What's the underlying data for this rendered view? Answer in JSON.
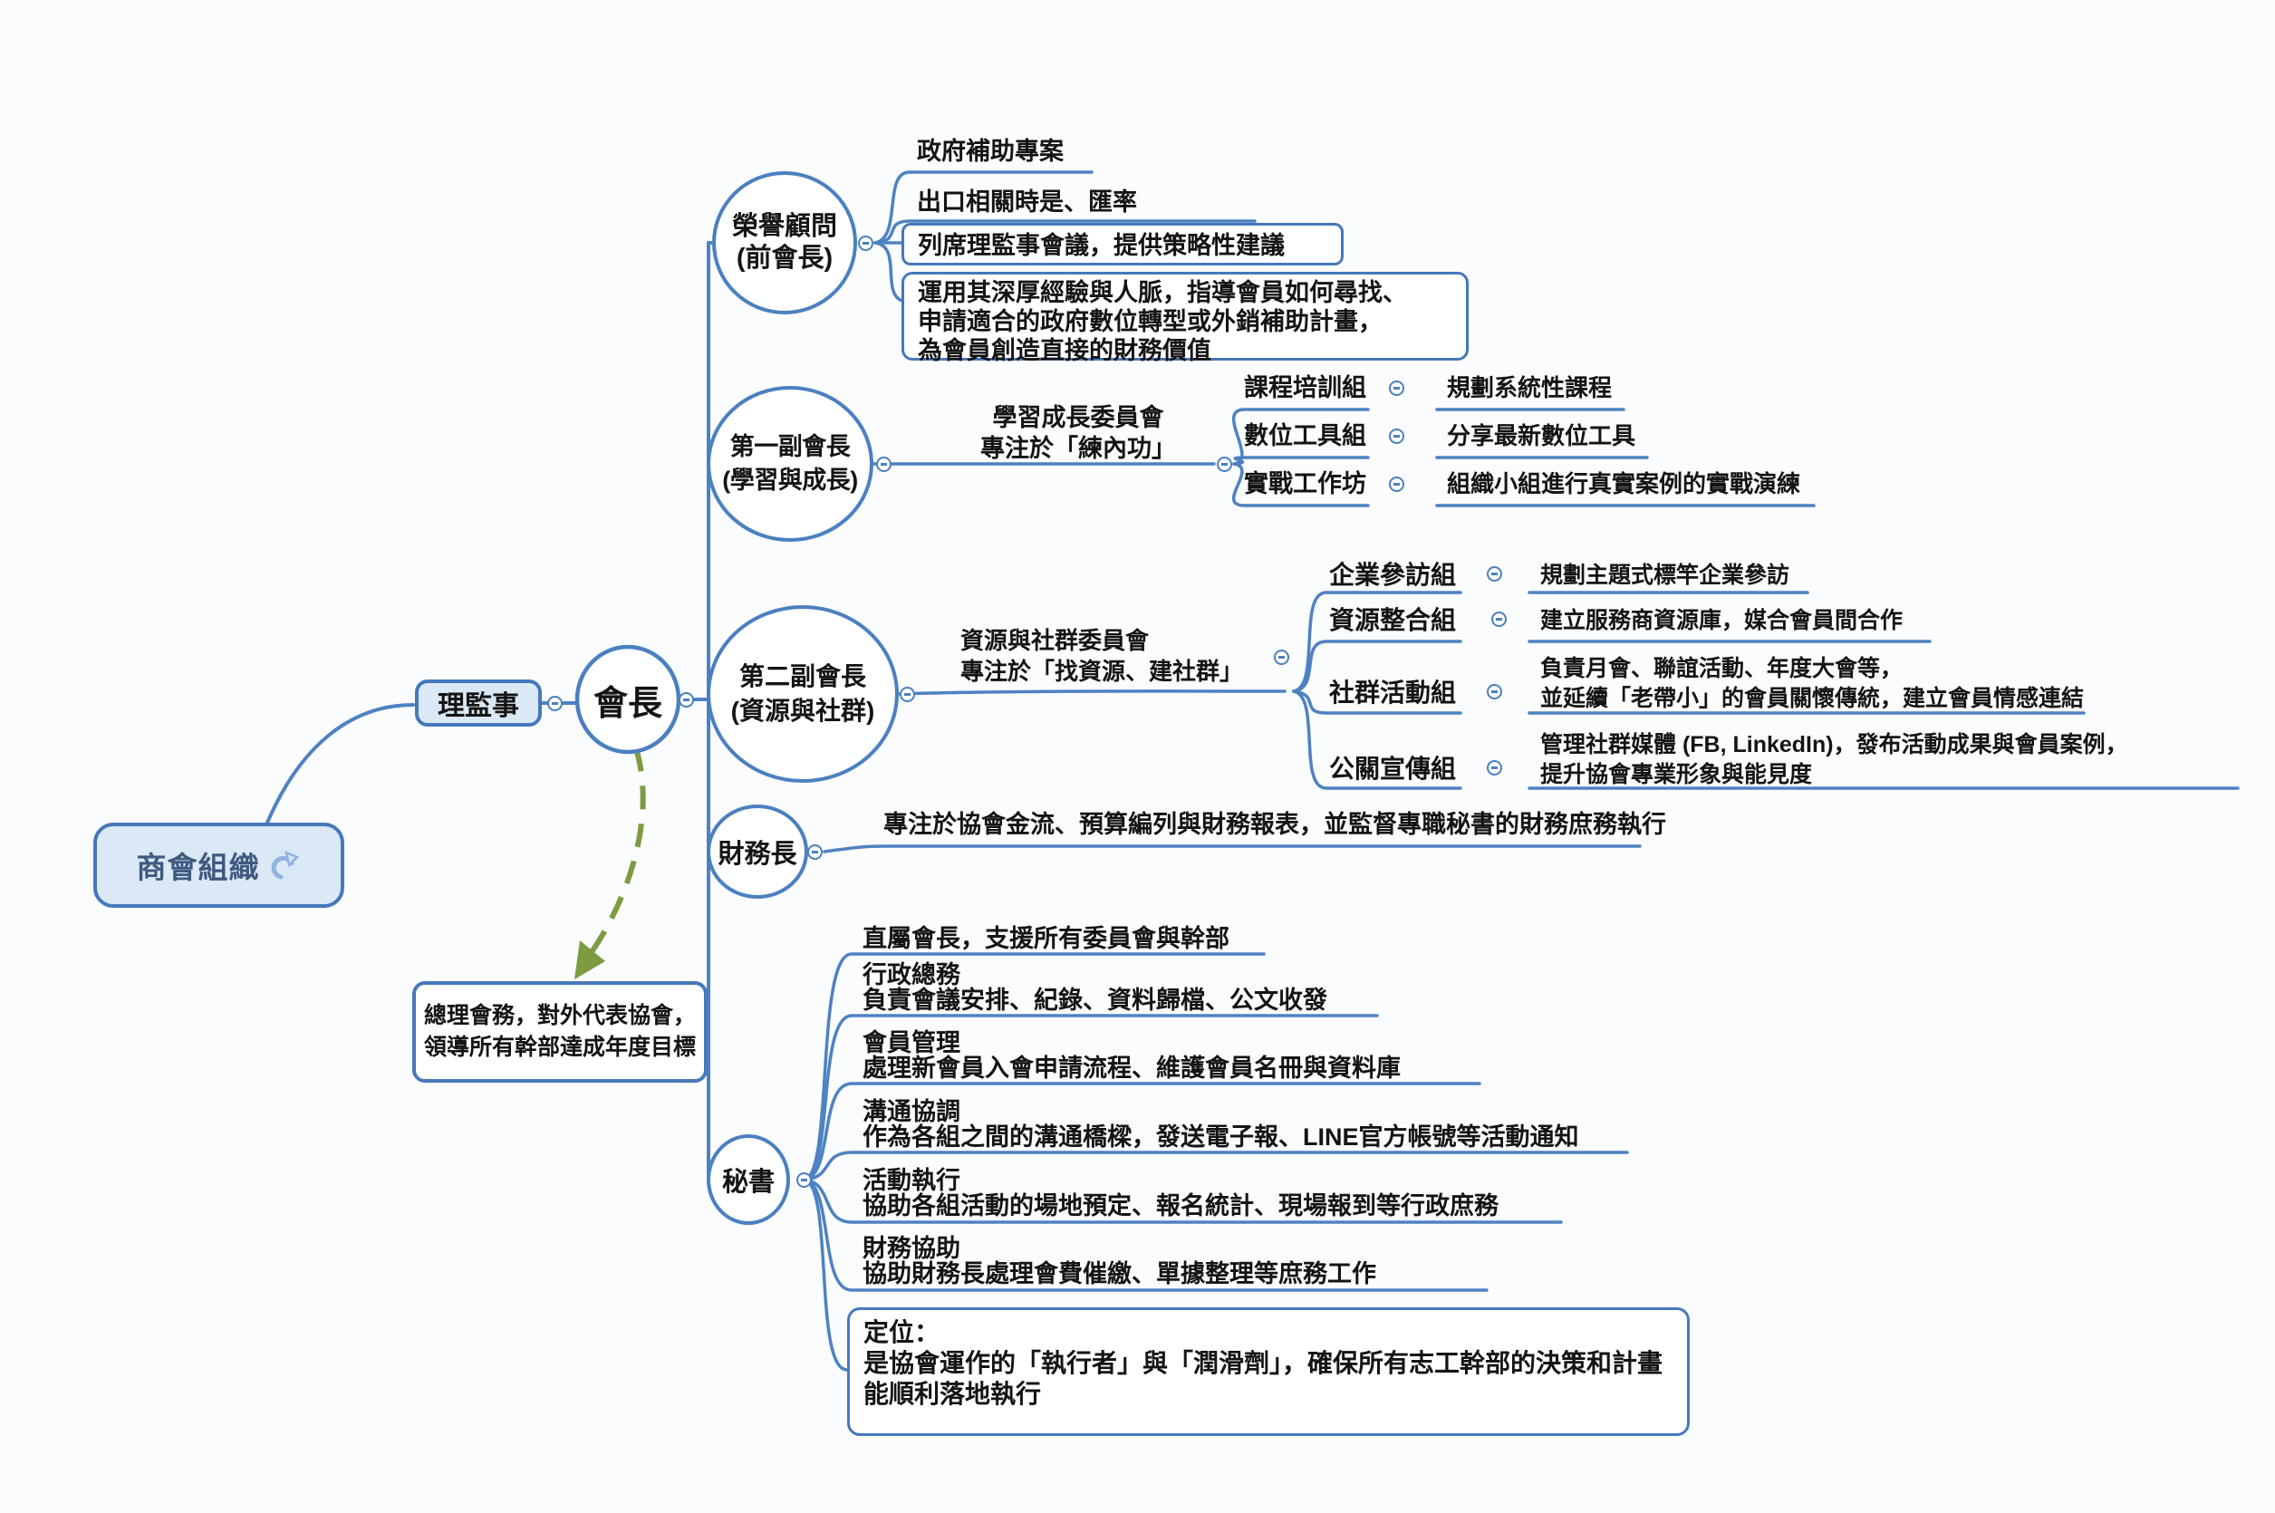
{
  "colors": {
    "line": "#4e82c2",
    "accent_border": "#4678ba",
    "node_fill_light": "#dbe8f5",
    "green_arrow": "#7d9c40",
    "root_text": "#3f5a80",
    "text": "#141414"
  },
  "root": {
    "label": "商會組織",
    "icon": "curved-up-arrow-icon"
  },
  "board": {
    "label": "理監事"
  },
  "president": {
    "label": "會長"
  },
  "mandate": {
    "lines": [
      "總理會務，對外代表協會，",
      "領導所有幹部達成年度目標"
    ]
  },
  "honorary": {
    "title": [
      "榮譽顧問",
      "(前會長)"
    ],
    "items": [
      {
        "text": "政府補助專案"
      },
      {
        "text": "出口相關時是、匯率"
      },
      {
        "text": "列席理監事會議，提供策略性建議"
      },
      {
        "lines": [
          "運用其深厚經驗與人脈，指導會員如何尋找、",
          "申請適合的政府數位轉型或外銷補助計畫，",
          "為會員創造直接的財務價值"
        ]
      }
    ]
  },
  "vp1": {
    "title": [
      "第一副會長",
      "(學習與成長)"
    ],
    "committee": [
      "學習成長委員會",
      "專注於「練內功」"
    ],
    "groups": [
      {
        "label": "課程培訓組",
        "desc": "規劃系統性課程"
      },
      {
        "label": "數位工具組",
        "desc": "分享最新數位工具"
      },
      {
        "label": "實戰工作坊",
        "desc": "組織小組進行真實案例的實戰演練"
      }
    ]
  },
  "vp2": {
    "title": [
      "第二副會長",
      "(資源與社群)"
    ],
    "committee": [
      "資源與社群委員會",
      "專注於「找資源、建社群」"
    ],
    "groups": [
      {
        "label": "企業參訪組",
        "desc": [
          "規劃主題式標竿企業參訪"
        ]
      },
      {
        "label": "資源整合組",
        "desc": [
          "建立服務商資源庫，媒合會員間合作"
        ]
      },
      {
        "label": "社群活動組",
        "desc": [
          "負責月會、聯誼活動、年度大會等，",
          "並延續「老帶小」的會員關懷傳統，建立會員情感連結"
        ]
      },
      {
        "label": "公關宣傳組",
        "desc": [
          "管理社群媒體 (FB, LinkedIn)，發布活動成果與會員案例，",
          "提升協會專業形象與能見度"
        ]
      }
    ]
  },
  "treasurer": {
    "label": "財務長",
    "desc": "專注於協會金流、預算編列與財務報表，並監督專職秘書的財務庶務執行"
  },
  "secretary": {
    "label": "秘書",
    "items": [
      {
        "lines": [
          "直屬會長，支援所有委員會與幹部"
        ]
      },
      {
        "lines": [
          "行政總務",
          "負責會議安排、紀錄、資料歸檔、公文收發"
        ]
      },
      {
        "lines": [
          "會員管理",
          "處理新會員入會申請流程、維護會員名冊與資料庫"
        ]
      },
      {
        "lines": [
          "溝通協調",
          "作為各組之間的溝通橋樑，發送電子報、LINE官方帳號等活動通知"
        ]
      },
      {
        "lines": [
          "活動執行",
          "協助各組活動的場地預定、報名統計、現場報到等行政庶務"
        ]
      },
      {
        "lines": [
          "財務協助",
          "協助財務長處理會費催繳、單據整理等庶務工作"
        ]
      }
    ],
    "position": {
      "lines": [
        "定位：",
        "是協會運作的「執行者」與「潤滑劑」，確保所有志工幹部的決策和計畫",
        "能順利落地執行"
      ]
    }
  }
}
